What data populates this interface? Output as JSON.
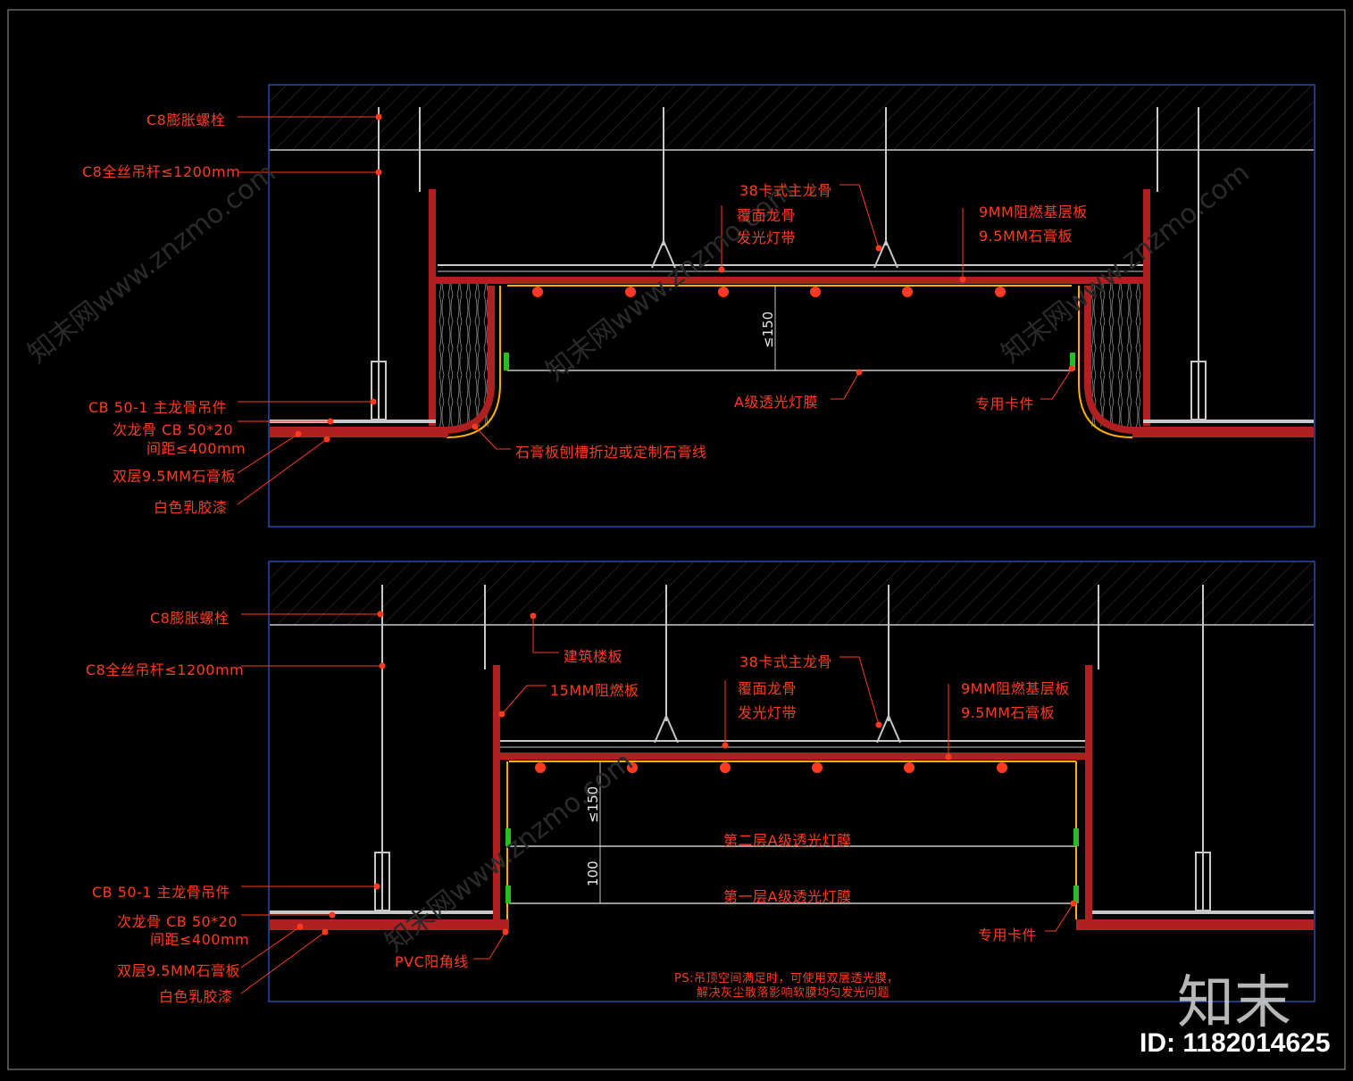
{
  "top_section": {
    "labels": {
      "bolt": "Ⅽ8膨胀螺栓",
      "rod": "Ⅽ8全丝吊杆≤1200mm",
      "main_keel_38": "38卡式主龙骨",
      "cover_keel": "覆面龙骨",
      "light_strip": "发光灯带",
      "fire_board": "9MM阻燃基层板",
      "gypsum": "9.5MM石膏板",
      "hanger": "CB 50-1 主龙骨吊件",
      "sub_keel": "次龙骨 CB 50*20",
      "spacing": "间距≤400mm",
      "double_gypsum": "双层9.5MM石膏板",
      "latex": "白色乳胶漆",
      "film": "A级透光灯膜",
      "clip": "专用卡件",
      "groove": "石膏板刨槽折边或定制石膏线",
      "dim_150": "≤150"
    }
  },
  "bottom_section": {
    "labels": {
      "bolt": "Ⅽ8膨胀螺栓",
      "rod": "Ⅽ8全丝吊杆≤1200mm",
      "slab": "建筑楼板",
      "fire_15": "15MM阻燃板",
      "main_keel_38": "38卡式主龙骨",
      "cover_keel": "覆面龙骨",
      "light_strip": "发光灯带",
      "fire_board": "9MM阻燃基层板",
      "gypsum": "9.5MM石膏板",
      "hanger": "CB 50-1 主龙骨吊件",
      "sub_keel": "次龙骨 CB 50*20",
      "spacing": "间距≤400mm",
      "double_gypsum": "双层9.5MM石膏板",
      "latex": "白色乳胶漆",
      "film_2": "第二层A级透光灯膜",
      "film_1": "第一层A级透光灯膜",
      "clip": "专用卡件",
      "pvc": "PVC阳角线",
      "dim_150": "≤150",
      "dim_100": "100",
      "note_1": "PS:吊顶空间满足时，可使用双层透光膜，",
      "note_2": "解决灰尘散落影响软膜均匀发光问题"
    }
  },
  "watermark": {
    "logo": "知末",
    "id": "ID: 1182014625",
    "url": "知末网www.znzmo.com"
  },
  "colors": {
    "background": "#000000",
    "frame": "#2f5fd0",
    "annotation": "#ff3b1f",
    "structure": "#c8c8c8",
    "board": "#b02020",
    "light": "#ffb000",
    "clip": "#22c022"
  }
}
